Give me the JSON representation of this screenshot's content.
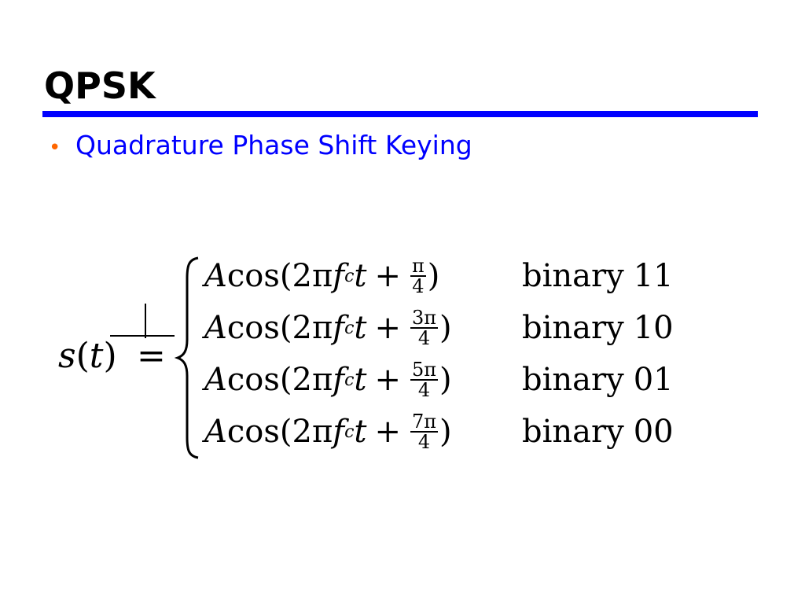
{
  "slide": {
    "title": "QPSK",
    "accent_rule_color": "#0000ff",
    "bullet_color": "#ff6600",
    "bullet_text_color": "#0000ff",
    "bullets": [
      {
        "glyph": "•",
        "text": "Quadrature Phase Shift Keying"
      }
    ]
  },
  "equation": {
    "lhs": {
      "func": "s",
      "arg": "t"
    },
    "equals": "=",
    "cases": [
      {
        "amp": "A",
        "func": "cos",
        "open": "(2π",
        "f": "f",
        "f_sub": "c",
        "t": "t",
        "plus": "+",
        "num": "π",
        "den": "4",
        "close": ")",
        "label": "binary",
        "bits": "11"
      },
      {
        "amp": "A",
        "func": "cos",
        "open": "(2π",
        "f": "f",
        "f_sub": "c",
        "t": "t",
        "plus": "+",
        "num": "3π",
        "den": "4",
        "close": ")",
        "label": "binary",
        "bits": "10"
      },
      {
        "amp": "A",
        "func": "cos",
        "open": "(2π",
        "f": "f",
        "f_sub": "c",
        "t": "t",
        "plus": "+",
        "num": "5π",
        "den": "4",
        "close": ")",
        "label": "binary",
        "bits": "01"
      },
      {
        "amp": "A",
        "func": "cos",
        "open": "(2π",
        "f": "f",
        "f_sub": "c",
        "t": "t",
        "plus": "+",
        "num": "7π",
        "den": "4",
        "close": ")",
        "label": "binary",
        "bits": "00"
      }
    ]
  }
}
